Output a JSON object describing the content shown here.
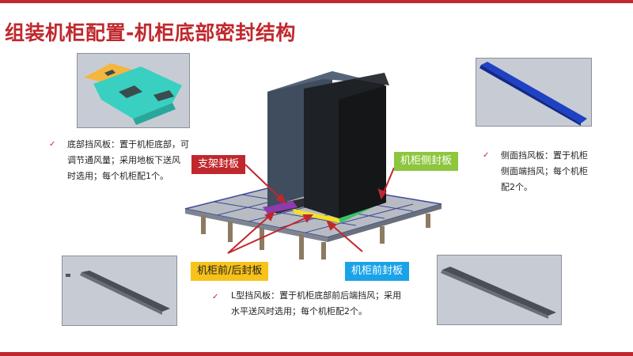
{
  "title": "组装机柜配置-机柜底部密封结构",
  "notes": {
    "bottom_panel": {
      "line1": "底部挡风板：置于机柜底部，可",
      "line2": "调节通风量；采用地板下送风",
      "line3": "时选用；每个机柜配1个。"
    },
    "side_panel": {
      "line1": "侧面挡风板：置于机柜",
      "line2": "侧面端挡风；每个机柜",
      "line3": "配2个。"
    },
    "l_panel": {
      "line1": "L型挡风板：置于机柜底部前后端挡风；采用",
      "line2": "水平送风时选用；每个机柜配2个。"
    }
  },
  "labels": {
    "bracket_seal": "支架封板",
    "side_seal": "机柜侧封板",
    "front_back_seal": "机柜前/后封板",
    "front_seal": "机柜前封板"
  },
  "colors": {
    "accent": "#c0282d",
    "green": "#8dc63f",
    "yellow": "#f7c21a",
    "blue": "#1aa3e8"
  },
  "icons": {
    "check": "checkmark-icon"
  }
}
